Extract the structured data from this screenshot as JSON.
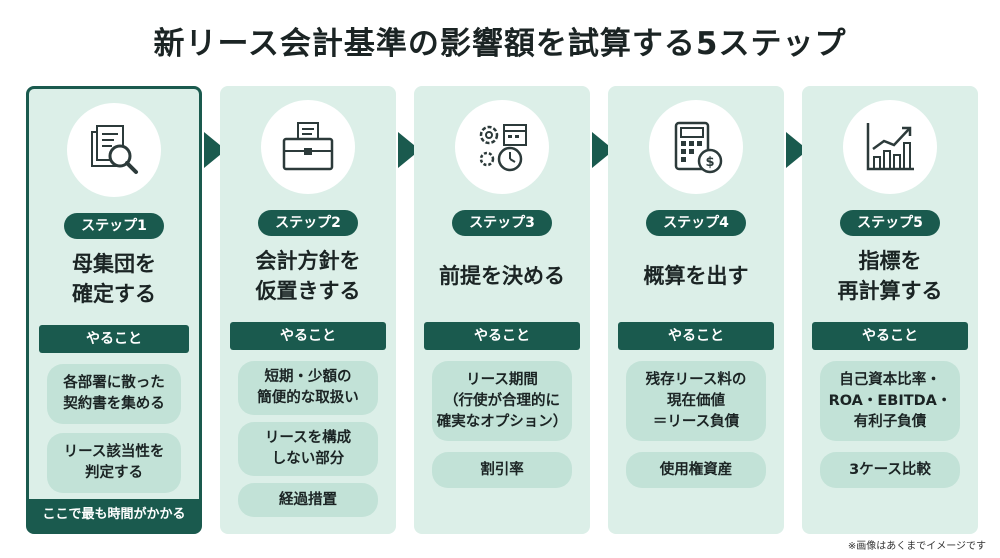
{
  "title": "新リース会計基準の影響額を試算する5ステップ",
  "todo_label": "やること",
  "steps": [
    {
      "badge": "ステップ1",
      "title_lines": [
        "母集団を",
        "確定する"
      ],
      "icon": "document-magnifier-icon",
      "tasks": [
        [
          "各部署に散った",
          "契約書を集める"
        ],
        [
          "リース該当性を",
          "判定する"
        ]
      ],
      "note": "ここで最も時間がかかる"
    },
    {
      "badge": "ステップ2",
      "title_lines": [
        "会計方針を",
        "仮置きする"
      ],
      "icon": "toolbox-icon",
      "tasks": [
        [
          "短期・少額の",
          "簡便的な取扱い"
        ],
        [
          "リースを構成",
          "しない部分"
        ],
        [
          "経過措置"
        ]
      ]
    },
    {
      "badge": "ステップ3",
      "title_lines": [
        "前提を決める"
      ],
      "icon": "gears-calendar-clock-icon",
      "tasks": [
        [
          "リース期間",
          "（行使が合理的に",
          "確実なオプション）"
        ],
        [
          "割引率"
        ]
      ]
    },
    {
      "badge": "ステップ4",
      "title_lines": [
        "概算を出す"
      ],
      "icon": "calculator-coin-icon",
      "tasks": [
        [
          "残存リース料の",
          "現在価値",
          "＝リース負債"
        ],
        [
          "使用権資産"
        ]
      ]
    },
    {
      "badge": "ステップ5",
      "title_lines": [
        "指標を",
        "再計算する"
      ],
      "icon": "growth-chart-icon",
      "tasks": [
        [
          "自己資本比率・",
          "ROA・EBITDA・",
          "有利子負債"
        ],
        [
          "3ケース比較"
        ]
      ]
    }
  ],
  "footnote": "※画像はあくまでイメージです",
  "colors": {
    "dark_green": "#1a5a4e",
    "card_bg": "#dcefe8",
    "task_bg": "#c2e2d7"
  }
}
